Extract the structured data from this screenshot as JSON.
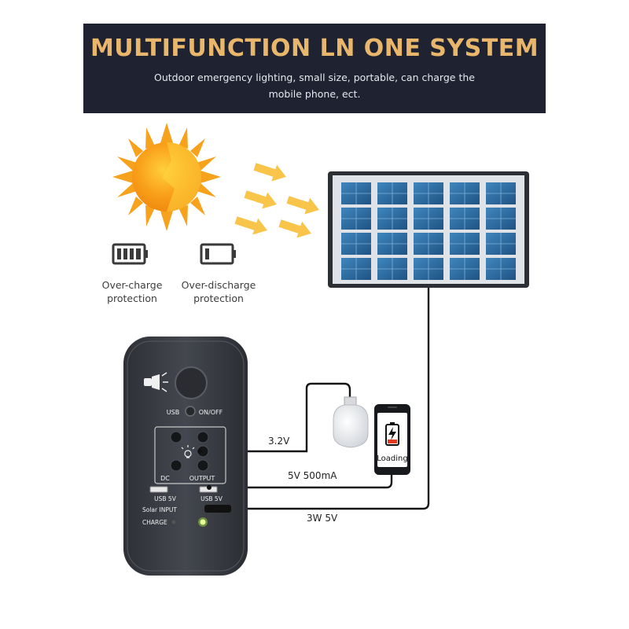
{
  "banner": {
    "title": "MULTIFUNCTION LN ONE SYSTEM",
    "subtitle_line1": "Outdoor emergency lighting, small size, portable, can charge the",
    "subtitle_line2": "mobile phone, ect."
  },
  "protections": [
    {
      "line1": "Over-charge",
      "line2": "protection",
      "icon": "full-battery-icon"
    },
    {
      "line1": "Over-discharge",
      "line2": "protection",
      "icon": "low-battery-icon"
    }
  ],
  "device": {
    "usb_label": "USB",
    "onoff_label": "ON/OFF",
    "dc_label": "DC",
    "output_label": "OUTPUT",
    "usb_port_label_left": "USB  5V",
    "usb_port_label_right": "USB  5V",
    "solar_input_label": "Solar INPUT",
    "charge_label": "CHARGE"
  },
  "wires": {
    "bulb": "3.2V",
    "phone": "5V 500mA",
    "solar": "3W 5V"
  },
  "phone": {
    "screen_text": "Loading"
  },
  "colors": {
    "banner_bg": "#1e2231",
    "banner_title": "#e9b76b",
    "sun": "#f7a21c",
    "panel_cell": "#2f6d9e",
    "device_body": "#3a3d44",
    "charge_led": "#a6f03a"
  }
}
